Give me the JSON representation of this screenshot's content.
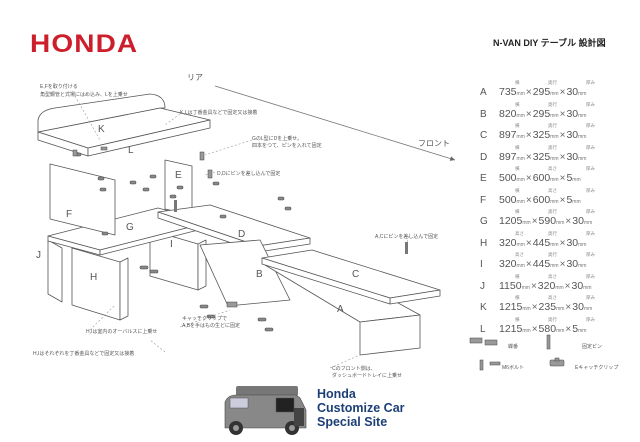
{
  "brand": {
    "logo": "HONDA"
  },
  "doc_title": "N-VAN DIY テーブル 設計図",
  "diagram": {
    "rear_label": "リア",
    "front_label": "フロント",
    "part_labels": [
      "A",
      "B",
      "C",
      "D",
      "E",
      "F",
      "G",
      "H",
      "I",
      "J",
      "K",
      "L"
    ],
    "notes": {
      "ef_note_1": "E,Fを取り付ける",
      "ef_note_2": "角型鋼管と式場にはめ込み、Lを上乗せ",
      "kl_note": "K,Lは丁番金具などで固定又は接着",
      "gd_note_1": "GのL型にDを上乗せ。",
      "gd_note_2": "四本をつて、ピンを入れて固定",
      "dd_note": "D,Dにピンを差し込んで固定",
      "ac_note": "A,Cにピンを差し込んで固定",
      "clip_note_1": "キャッチクリップで",
      "clip_note_2": "A,Bを手はもの生どに固定",
      "hi_note": "H,Iは室内のオーバルスに上乗せ",
      "hi_fix_note": "H,Iはそれぞれを丁番金具などで固定又は接着",
      "c_front_note_1": "Cのフロント側は、",
      "c_front_note_2": "ダッシュボードトレイに上乗せ"
    }
  },
  "dimensions": [
    {
      "letter": "A",
      "caps": [
        "横",
        "奥行",
        "厚み"
      ],
      "w": "735",
      "d": "295",
      "t": "30"
    },
    {
      "letter": "B",
      "caps": [
        "横",
        "奥行",
        "厚み"
      ],
      "w": "820",
      "d": "295",
      "t": "30"
    },
    {
      "letter": "C",
      "caps": [
        "横",
        "奥行",
        "厚み"
      ],
      "w": "897",
      "d": "325",
      "t": "30"
    },
    {
      "letter": "D",
      "caps": [
        "横",
        "奥行",
        "厚み"
      ],
      "w": "897",
      "d": "325",
      "t": "30"
    },
    {
      "letter": "E",
      "caps": [
        "横",
        "高さ",
        "厚み"
      ],
      "w": "500",
      "d": "600",
      "t": "5"
    },
    {
      "letter": "F",
      "caps": [
        "横",
        "高さ",
        "厚み"
      ],
      "w": "500",
      "d": "600",
      "t": "5"
    },
    {
      "letter": "G",
      "caps": [
        "横",
        "奥行",
        "厚み"
      ],
      "w": "1205",
      "d": "590",
      "t": "30"
    },
    {
      "letter": "H",
      "caps": [
        "高さ",
        "奥行",
        "厚み"
      ],
      "w": "320",
      "d": "445",
      "t": "30"
    },
    {
      "letter": "I",
      "caps": [
        "高さ",
        "奥行",
        "厚み"
      ],
      "w": "320",
      "d": "445",
      "t": "30"
    },
    {
      "letter": "J",
      "caps": [
        "横",
        "高さ",
        "厚み"
      ],
      "w": "1150",
      "d": "320",
      "t": "30"
    },
    {
      "letter": "K",
      "caps": [
        "横",
        "高さ",
        "厚み"
      ],
      "w": "1215",
      "d": "235",
      "t": "30"
    },
    {
      "letter": "L",
      "caps": [
        "横",
        "奥行",
        "厚み"
      ],
      "w": "1215",
      "d": "580",
      "t": "5"
    }
  ],
  "unit": "mm",
  "times": "×",
  "hardware_legend": [
    {
      "label": "蝶番",
      "icon": "hinge-icon"
    },
    {
      "label": "固定ピン",
      "icon": "pin-icon"
    },
    {
      "label": "M6ボルト",
      "icon": "bolt-icon"
    },
    {
      "label": "Eキャッチクリップ",
      "icon": "catch-clip-icon"
    }
  ],
  "promo": {
    "line1": "Honda",
    "line2": "Customize Car",
    "line3": "Special Site",
    "text_color": "#1c3f76"
  },
  "colors": {
    "brand_red": "#cc1f2b",
    "line": "#555555",
    "dashed": "#999999"
  }
}
